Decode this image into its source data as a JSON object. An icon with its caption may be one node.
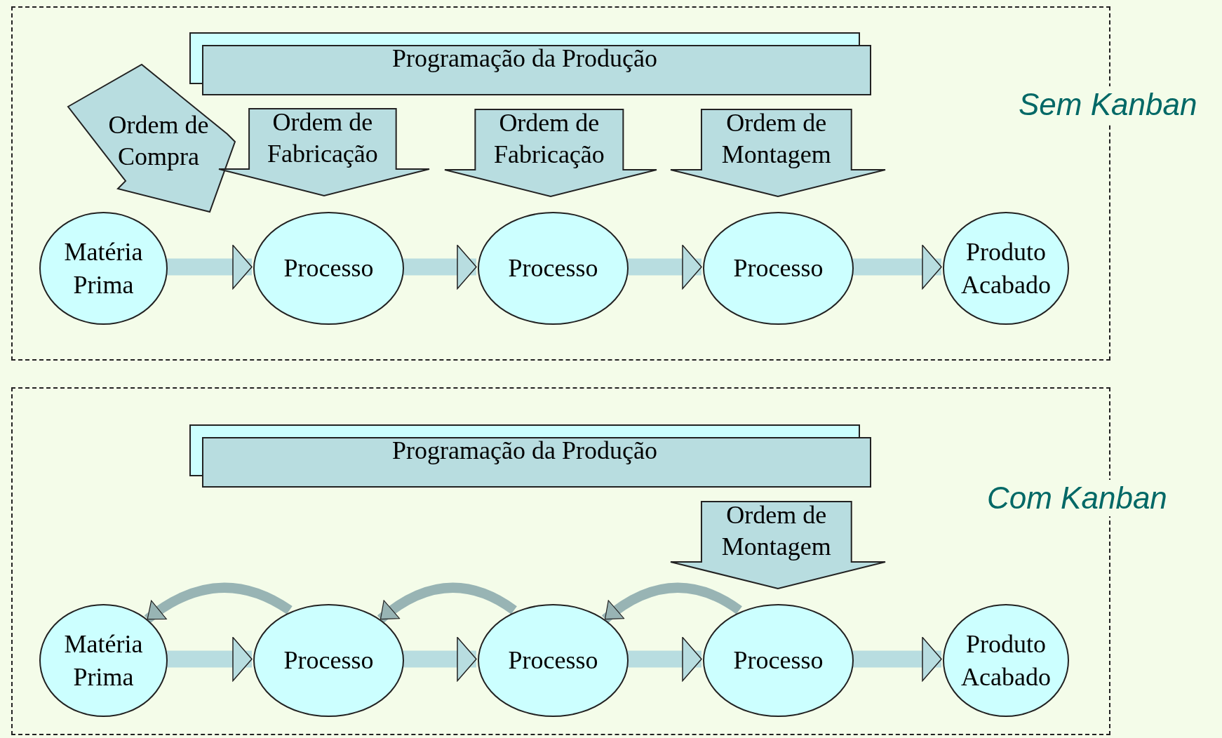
{
  "diagram": {
    "nodes": [
      {
        "text": [
          "Sem Kanban"
        ]
      },
      {
        "text": [
          "Programação da Produção"
        ],
        "in": 0
      },
      {
        "text": [
          "Ordem de Compra"
        ],
        "in": 0
      },
      {
        "text": [
          "Ordem de Fabricação"
        ],
        "in": 0
      },
      {
        "text": [
          "Ordem de Fabricação"
        ],
        "in": 0
      },
      {
        "text": [
          "Ordem de Montagem"
        ],
        "in": 0
      },
      {
        "text": [
          "Matéria Prima"
        ],
        "in": 0
      },
      {
        "text": [
          "Processo"
        ],
        "in": 0
      },
      {
        "text": [
          "Processo"
        ],
        "in": 0
      },
      {
        "text": [
          "Processo"
        ],
        "in": 0
      },
      {
        "text": [
          "Produto Acabado"
        ],
        "in": 0
      },
      {
        "text": [
          "Com Kanban"
        ]
      },
      {
        "text": [
          "Programação da Produção"
        ],
        "in": 11
      },
      {
        "text": [
          "Ordem de Montagem"
        ],
        "in": 11
      },
      {
        "text": [
          "Matéria Prima"
        ],
        "in": 11
      },
      {
        "text": [
          "Processo"
        ],
        "in": 11
      },
      {
        "text": [
          "Processo"
        ],
        "in": 11
      },
      {
        "text": [
          "Processo"
        ],
        "in": 11
      },
      {
        "text": [
          "Produto Acabado"
        ],
        "in": 11
      }
    ],
    "edges": [
      {
        "from": 6,
        "to": 7,
        "arrow": "to"
      },
      {
        "from": 7,
        "to": 8,
        "arrow": "to"
      },
      {
        "from": 8,
        "to": 9,
        "arrow": "to"
      },
      {
        "from": 9,
        "to": 10,
        "arrow": "to"
      },
      {
        "from": 14,
        "to": 15,
        "arrow": "to"
      },
      {
        "from": 15,
        "to": 16,
        "arrow": "to"
      },
      {
        "from": 16,
        "to": 17,
        "arrow": "to"
      },
      {
        "from": 17,
        "to": 18,
        "arrow": "to"
      },
      {
        "from": 15,
        "to": 14,
        "arrow": "to",
        "color": "#98b4b4"
      },
      {
        "from": 16,
        "to": 15,
        "arrow": "to",
        "color": "#98b4b4"
      },
      {
        "from": 17,
        "to": 16,
        "arrow": "to",
        "color": "#98b4b4"
      }
    ]
  }
}
